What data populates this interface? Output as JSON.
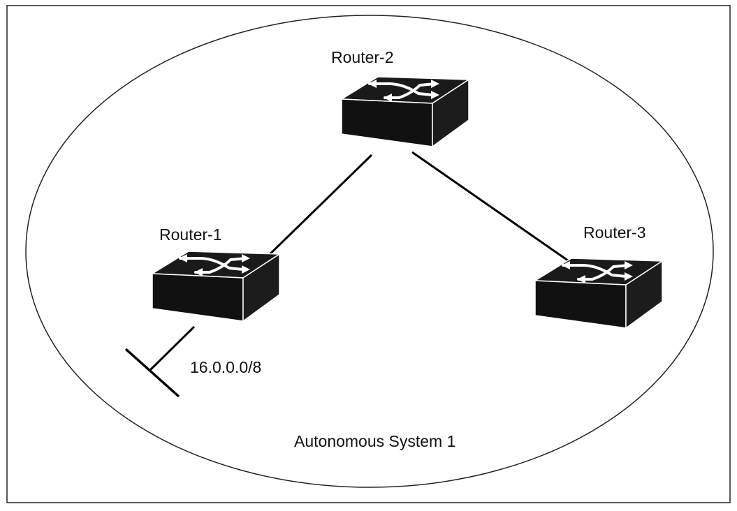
{
  "diagram": {
    "title": "Autonomous System 1",
    "routers": [
      {
        "label": "Router-1"
      },
      {
        "label": "Router-2"
      },
      {
        "label": "Router-3"
      }
    ],
    "network": {
      "label": "16.0.0.0/8"
    },
    "links": [
      {
        "from": "Router-1",
        "to": "Router-2"
      },
      {
        "from": "Router-2",
        "to": "Router-3"
      },
      {
        "from": "Router-1",
        "to": "16.0.0.0/8"
      }
    ],
    "icons": [
      "router-icon",
      "network-segment-icon"
    ]
  }
}
